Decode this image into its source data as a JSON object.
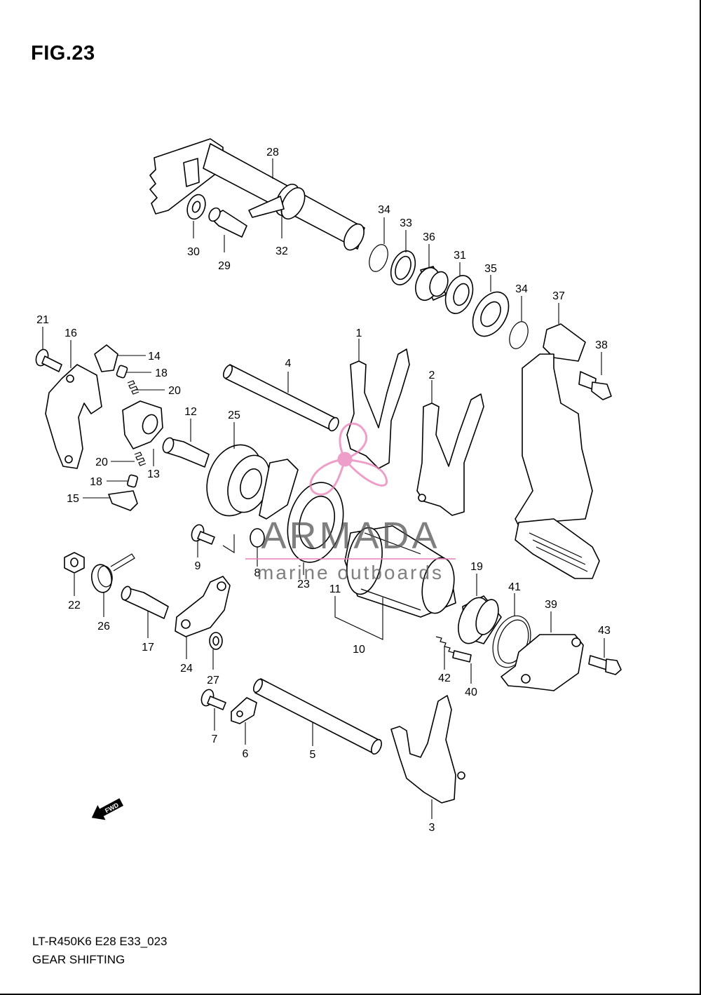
{
  "figure": {
    "title": "FIG.23",
    "model_code": "LT-R450K6 E28 E33_023",
    "caption": "GEAR SHIFTING"
  },
  "watermark": {
    "brand": "ARMADA",
    "tagline": "marine outboards",
    "color": "#e87fb8"
  },
  "fwd_label": "FWD",
  "callouts": [
    "1",
    "2",
    "3",
    "4",
    "5",
    "6",
    "7",
    "8",
    "9",
    "10",
    "11",
    "12",
    "13",
    "14",
    "15",
    "16",
    "17",
    "18",
    "18",
    "19",
    "20",
    "20",
    "21",
    "22",
    "23",
    "24",
    "25",
    "26",
    "27",
    "28",
    "29",
    "30",
    "31",
    "32",
    "33",
    "34",
    "34",
    "35",
    "36",
    "37",
    "38",
    "39",
    "40",
    "41",
    "42",
    "43"
  ]
}
